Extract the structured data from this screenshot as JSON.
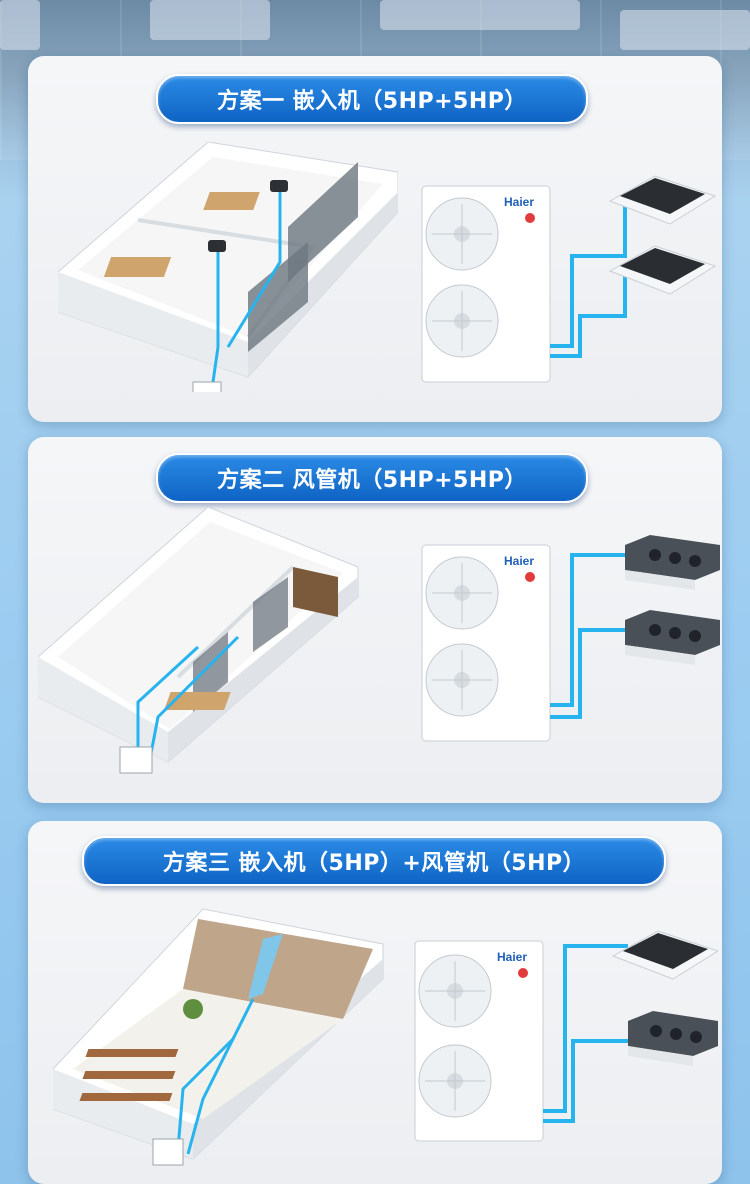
{
  "colors": {
    "pill_blue": "#1877d6",
    "pipe_blue": "#27b4ee",
    "card_bg": "#f2f3f5",
    "page_bg": "#9dcdf1"
  },
  "plans": [
    {
      "title": "方案一 嵌入机（5HP+5HP）",
      "brand": "Haier",
      "indoor_units": [
        "cassette",
        "cassette"
      ]
    },
    {
      "title": "方案二 风管机（5HP+5HP）",
      "brand": "Haier",
      "indoor_units": [
        "duct",
        "duct"
      ]
    },
    {
      "title": "方案三 嵌入机（5HP）+风管机（5HP）",
      "brand": "Haier",
      "indoor_units": [
        "cassette",
        "duct"
      ]
    }
  ]
}
